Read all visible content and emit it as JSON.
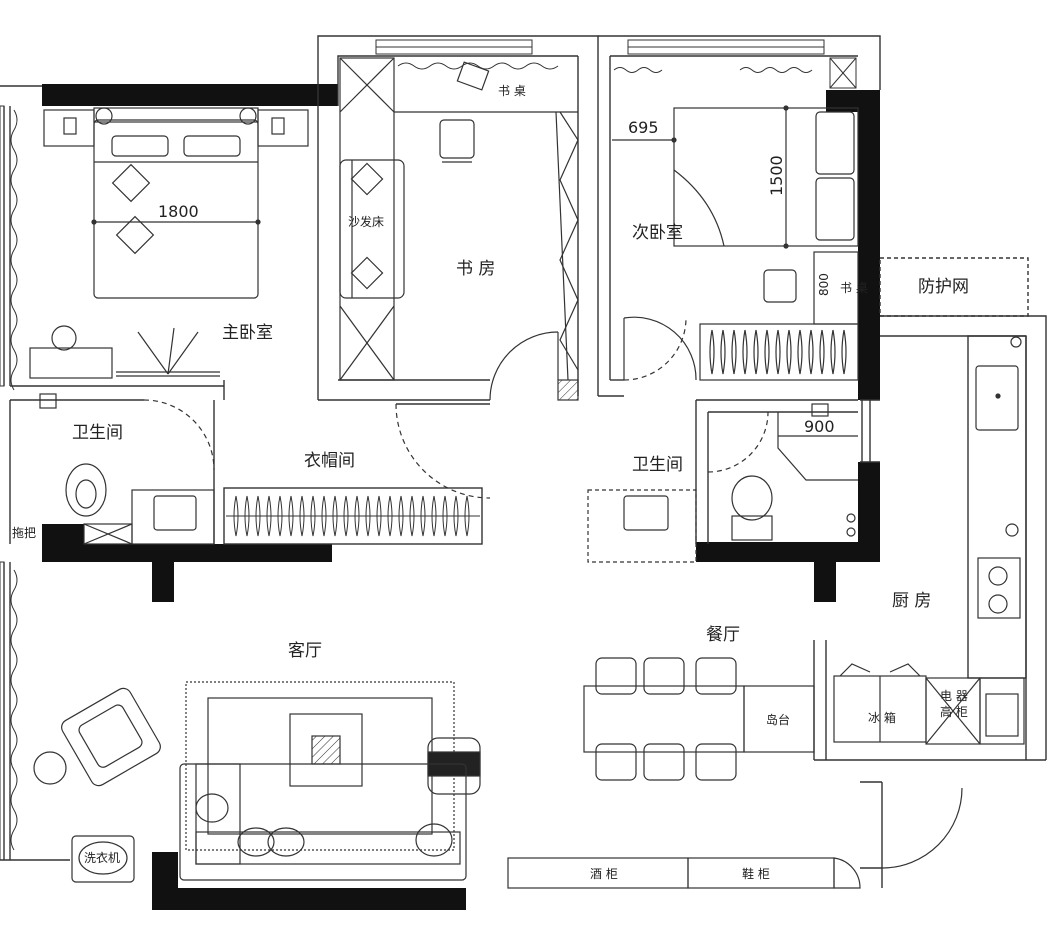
{
  "rooms": {
    "master_bedroom": "主卧室",
    "study": "书 房",
    "second_bedroom": "次卧室",
    "bathroom_left": "卫生间",
    "bathroom_right": "卫生间",
    "wardrobe": "衣帽间",
    "living_room": "客厅",
    "dining_room": "餐厅",
    "kitchen": "厨 房"
  },
  "furniture": {
    "desk_study": "书 桌",
    "sofa_bed": "沙发床",
    "desk_second": "书 桌",
    "island": "岛台",
    "fridge": "冰 箱",
    "appliance_cabinet_1": "电 器",
    "appliance_cabinet_2": "高 柜",
    "wine_cabinet": "酒 柜",
    "shoe_cabinet": "鞋 柜",
    "washing_machine": "洗衣机",
    "guard_net": "防护网",
    "mop_pool": "拖把"
  },
  "dimensions": {
    "master_bed_width": "1800",
    "second_bed_offset": "695",
    "second_bed_length": "1500",
    "desk_width": "800",
    "bath_width": "900"
  },
  "colors": {
    "wall": "#111111",
    "line": "#333333"
  }
}
